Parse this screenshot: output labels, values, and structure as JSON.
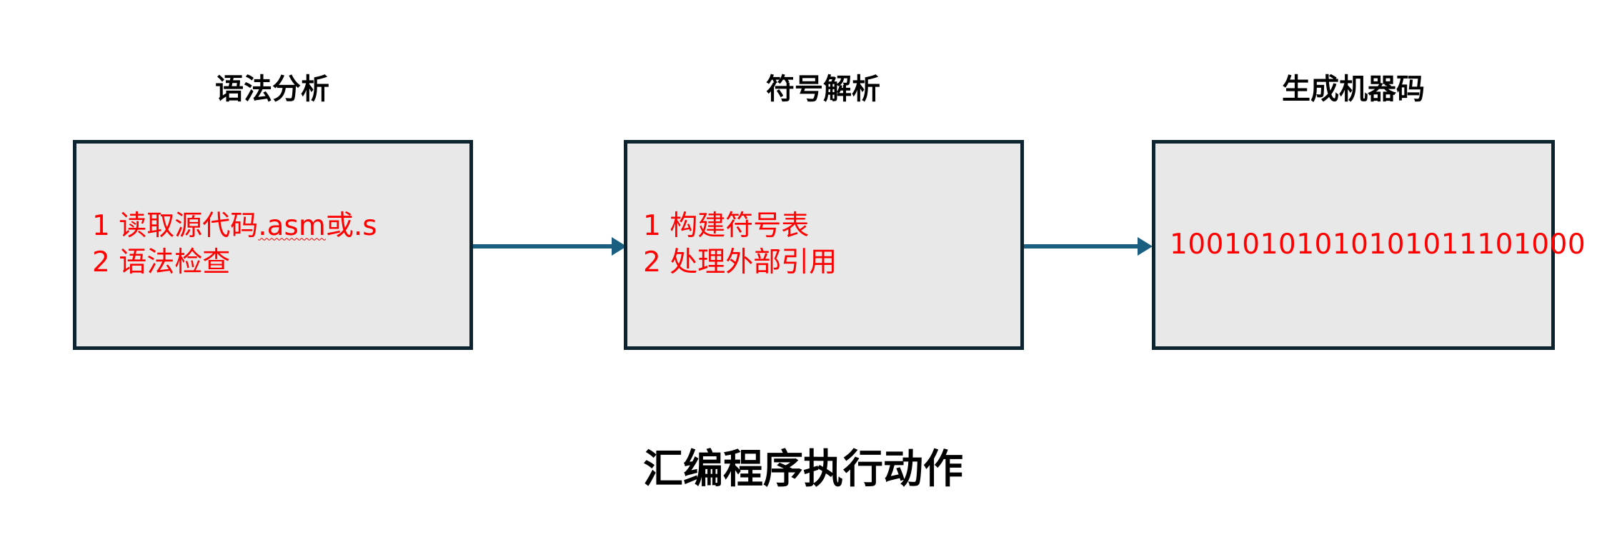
{
  "diagram": {
    "caption": "汇编程序执行动作",
    "colors": {
      "box_fill": "#e8e8e8",
      "box_border": "#0d2330",
      "body_text": "#ff0000",
      "title_text": "#000000",
      "arrow": "#1a5f80",
      "background": "#ffffff"
    },
    "stages": [
      {
        "id": "syntax-analysis",
        "title": "语法分析",
        "lines": [
          "1 读取源代码.asm或.s",
          "2 语法检查"
        ],
        "line_parts": {
          "line1_prefix": "1 读取源代码",
          "line1_squiggle": ".asm",
          "line1_suffix": "或.s"
        }
      },
      {
        "id": "symbol-resolution",
        "title": "符号解析",
        "lines": [
          "1 构建符号表",
          "2 处理外部引用"
        ]
      },
      {
        "id": "machine-code-generation",
        "title": "生成机器码",
        "lines": [
          "10010101010101011101000"
        ],
        "binary": "10010101010101011101000"
      }
    ],
    "connectors": [
      {
        "id": "arrow-1",
        "from": "syntax-analysis",
        "to": "symbol-resolution",
        "direction": "right"
      },
      {
        "id": "arrow-2",
        "from": "symbol-resolution",
        "to": "machine-code-generation",
        "direction": "right"
      }
    ]
  }
}
